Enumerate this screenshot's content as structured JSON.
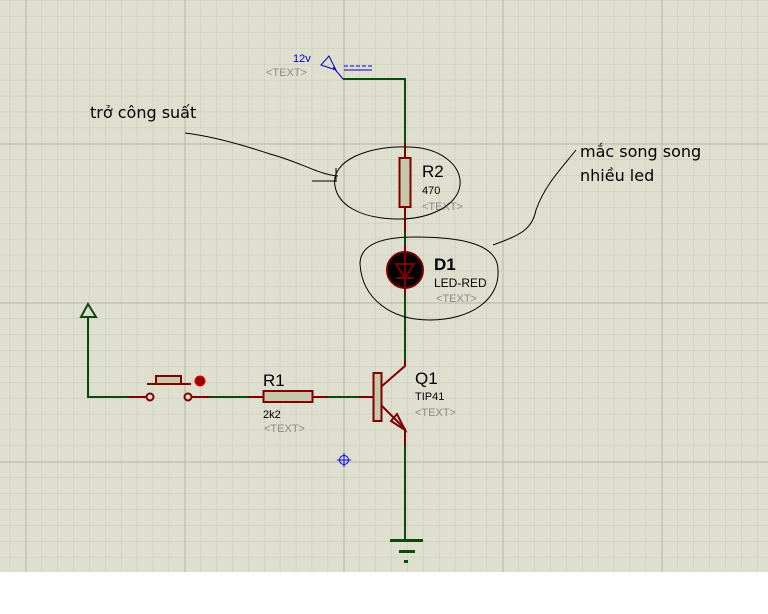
{
  "colors": {
    "background": "#dfdfd0",
    "grid_minor": "#c8c8b8",
    "grid_major": "#b5b5a5",
    "wire": "#0b4a0b",
    "component": "#800000",
    "component_fill": "#c8c8aa",
    "terminal": "#0000c0",
    "placeholder": "#8a8a8a"
  },
  "power_terminal": {
    "label": "12v",
    "text": "<TEXT>",
    "icon": "power-flag-icon"
  },
  "input_terminal": {
    "icon": "input-arrow-icon"
  },
  "components": {
    "r2": {
      "ref": "R2",
      "value": "470",
      "text": "<TEXT>"
    },
    "d1": {
      "ref": "D1",
      "value": "LED-RED",
      "text": "<TEXT>"
    },
    "r1": {
      "ref": "R1",
      "value": "2k2",
      "text": "<TEXT>"
    },
    "q1": {
      "ref": "Q1",
      "value": "TIP41",
      "text": "<TEXT>"
    },
    "sw": {
      "icon": "push-button-icon"
    },
    "gnd": {
      "icon": "ground-icon"
    }
  },
  "annotations": {
    "power_resistor": "trở công suất",
    "parallel_leds_line1": "mắc song song",
    "parallel_leds_line2": "nhiều led"
  },
  "cursor": {
    "icon": "crosshair-cursor-icon"
  }
}
